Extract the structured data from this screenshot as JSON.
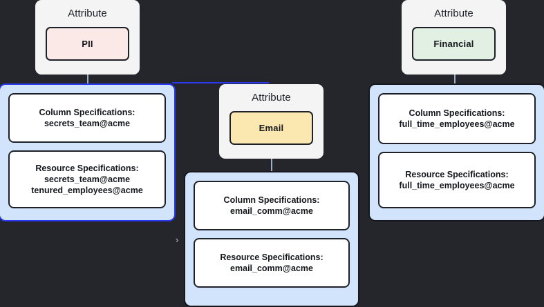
{
  "canvas": {
    "background": "#24262b",
    "group_fill": "#d2e4fb",
    "selected_border": "#2a39f0"
  },
  "attributes": [
    {
      "title": "Attribute",
      "chip_label": "PII",
      "chip_color": "#fae9e6",
      "selected": true
    },
    {
      "title": "Attribute",
      "chip_label": "Email",
      "chip_color": "#fbe8b0",
      "selected": false
    },
    {
      "title": "Attribute",
      "chip_label": "Financial",
      "chip_color": "#e2f0e4",
      "selected": false
    }
  ],
  "groups": [
    {
      "name": "pii-group",
      "selected": true,
      "specs": [
        {
          "heading": "Column Specifications:",
          "lines": [
            "secrets_team@acme"
          ]
        },
        {
          "heading": "Resource Specifications:",
          "lines": [
            "secrets_team@acme",
            "tenured_employees@acme"
          ]
        }
      ]
    },
    {
      "name": "email-group",
      "selected": false,
      "specs": [
        {
          "heading": "Column Specifications:",
          "lines": [
            "email_comm@acme"
          ]
        },
        {
          "heading": "Resource Specifications:",
          "lines": [
            "email_comm@acme"
          ]
        }
      ]
    },
    {
      "name": "financial-group",
      "selected": false,
      "specs": [
        {
          "heading": "Column Specifications:",
          "lines": [
            "full_time_employees@acme"
          ]
        },
        {
          "heading": "Resource Specifications:",
          "lines": [
            "full_time_employees@acme"
          ]
        }
      ]
    }
  ],
  "markers": {
    "collapse_chevron": "›"
  }
}
